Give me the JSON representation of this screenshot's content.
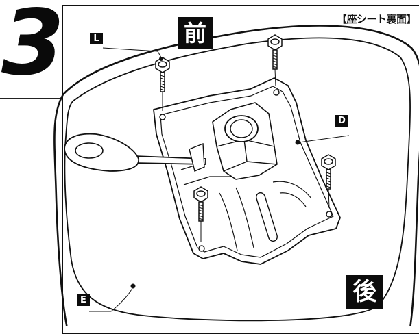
{
  "step": "3",
  "title": "【座シート裏面】",
  "directions": {
    "front": "前",
    "back": "後"
  },
  "parts": {
    "bolt": "L",
    "mechanism_plate": "D",
    "seat": "E"
  }
}
